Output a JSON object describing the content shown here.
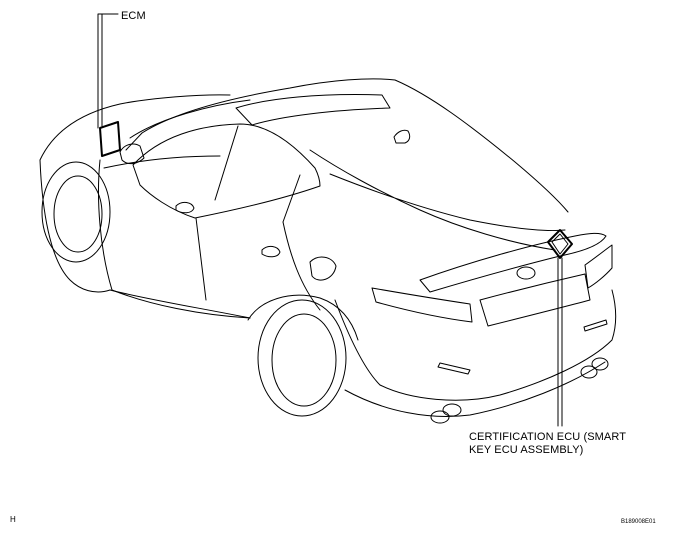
{
  "labels": {
    "ecm": "ECM",
    "certification_line1": "CERTIFICATION ECU (SMART",
    "certification_line2": "KEY ECU ASSEMBLY)"
  },
  "view_indicator": "H",
  "figure_code": "B189008E01"
}
